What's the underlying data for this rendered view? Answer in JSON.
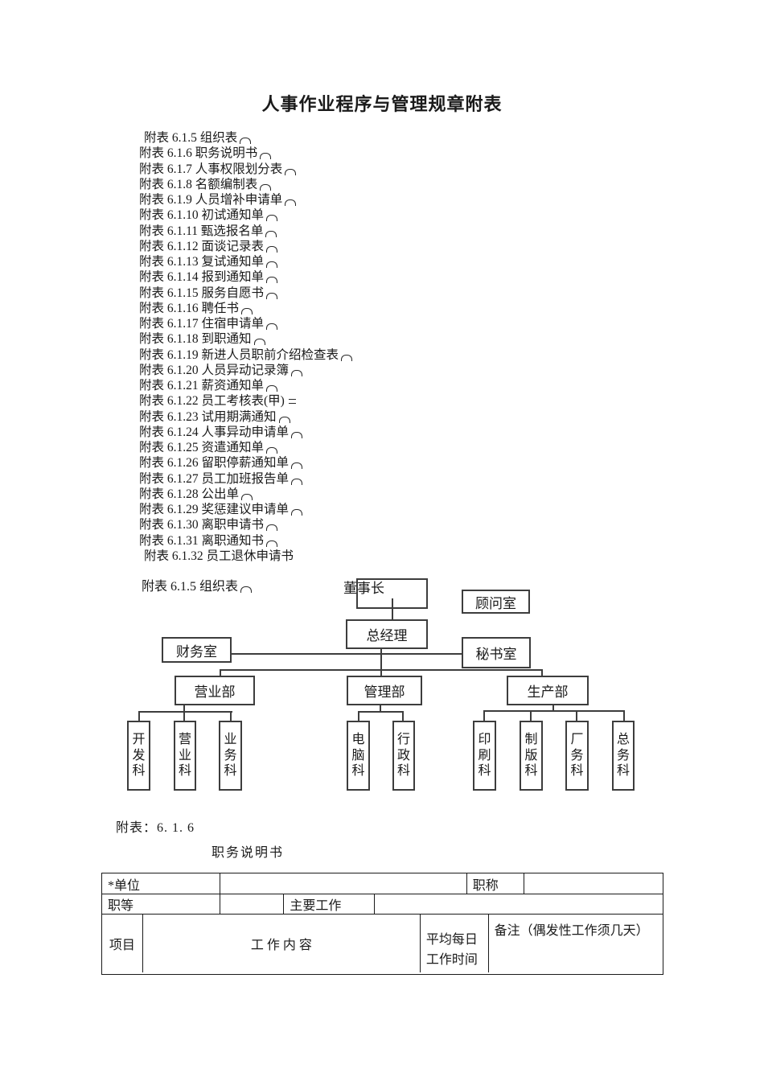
{
  "title": "人事作业程序与管理规章附表",
  "appendix_list": {
    "items": [
      {
        "label": "附表 6.1.5 组织表"
      },
      {
        "label": "附表 6.1.6 职务说明书"
      },
      {
        "label": "附表 6.1.7 人事权限划分表"
      },
      {
        "label": "附表 6.1.8 名额编制表"
      },
      {
        "label": "附表 6.1.9 人员增补申请单"
      },
      {
        "label": "附表 6.1.10 初试通知单"
      },
      {
        "label": "附表 6.1.11 甄选报名单"
      },
      {
        "label": "附表 6.1.12 面谈记录表"
      },
      {
        "label": "附表 6.1.13 复试通知单"
      },
      {
        "label": "附表 6.1.14 报到通知单"
      },
      {
        "label": "附表 6.1.15 服务自愿书"
      },
      {
        "label": "附表 6.1.16 聘任书"
      },
      {
        "label": "附表 6.1.17 住宿申请单"
      },
      {
        "label": "附表 6.1.18 到职通知"
      },
      {
        "label": "附表 6.1.19 新进人员职前介绍检查表"
      },
      {
        "label": "附表 6.1.20 人员异动记录簿"
      },
      {
        "label": "附表 6.1.21 薪资通知单"
      },
      {
        "label": "附表 6.1.22 员工考核表(甲)"
      },
      {
        "label": "附表 6.1.23 试用期满通知"
      },
      {
        "label": "附表 6.1.24 人事异动申请单"
      },
      {
        "label": "附表 6.1.25 资遣通知单"
      },
      {
        "label": "附表 6.1.26 留职停薪通知单"
      },
      {
        "label": "附表 6.1.27 员工加班报告单"
      },
      {
        "label": "附表 6.1.28 公出单"
      },
      {
        "label": "附表 6.1.29 奖惩建议申请单"
      },
      {
        "label": "附表 6.1.30 离职申请书"
      },
      {
        "label": "附表 6.1.31 离职通知书"
      },
      {
        "label": "附表 6.1.32 员工退休申请书"
      }
    ]
  },
  "org_chart": {
    "label": "附表 6.1.5 组织表",
    "nodes": {
      "chairman": "董事长",
      "advisory": "顾问室",
      "general_manager": "总经理",
      "finance": "财务室",
      "secretary": "秘书室",
      "sales_dept": "营业部",
      "management_dept": "管理部",
      "production_dept": "生产部",
      "sales_subs": [
        "开发科",
        "营业科",
        "业务科"
      ],
      "management_subs": [
        "电脑科",
        "行政科"
      ],
      "production_subs": [
        "印刷科",
        "制版科",
        "厂务科",
        "总务科"
      ]
    },
    "icons": {
      "paragraph_mark": "arc-over (CJK paragraph mark)",
      "section_mark": "double-dash"
    },
    "colors": {
      "box_border": "#3d3d3d",
      "ink": "#1a1a1a"
    }
  },
  "job_description": {
    "appendix_no": "附表：6. 1. 6",
    "table_title": "职务说明书",
    "table": {
      "row1": {
        "c1": "*单位",
        "c2": "",
        "c3": "职称",
        "c4": ""
      },
      "row2": {
        "c1": "职等",
        "c2": "",
        "c3": "主要工作",
        "c4": ""
      },
      "row3": {
        "c1": "项目",
        "c2": "工 作 内 容",
        "c3_line1": "平均每日",
        "c3_line2": "工作时间",
        "c4": "备注（偶发性工作须几天）"
      }
    }
  }
}
